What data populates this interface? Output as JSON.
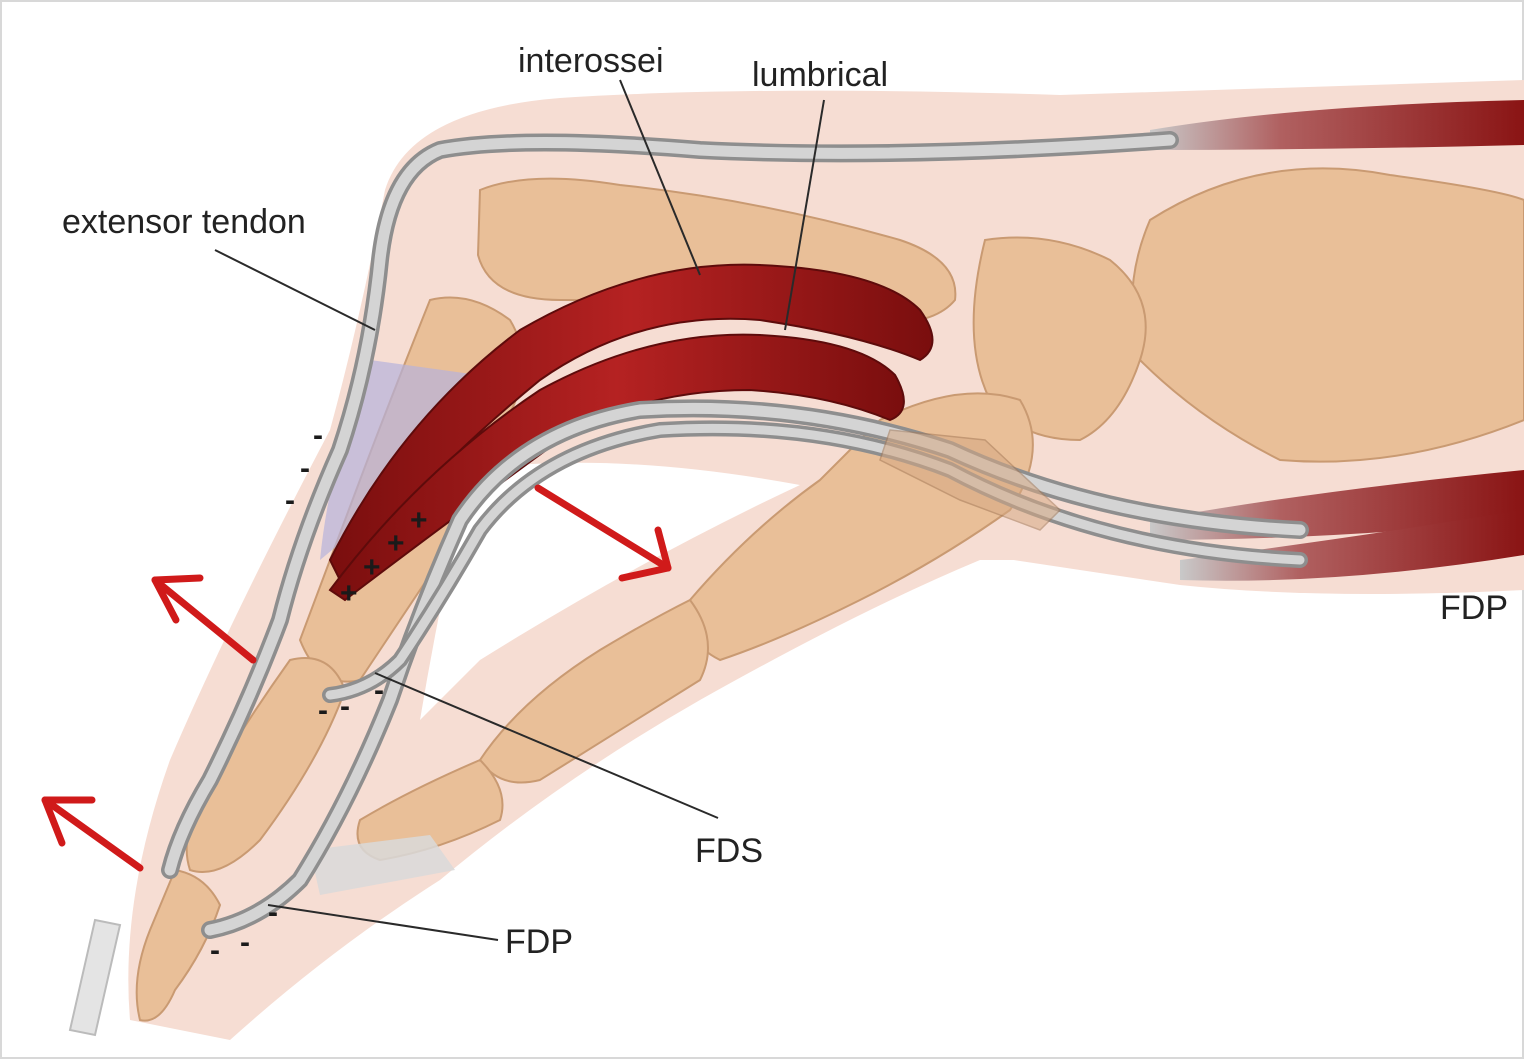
{
  "labels": {
    "interossei": "interossei",
    "lumbrical": "lumbrical",
    "extensor_tendon": "extensor tendon",
    "fds": "FDS",
    "fdp_tip": "FDP",
    "fdp_right": "FDP"
  },
  "signs": {
    "minus": "-",
    "plus": "+"
  },
  "colors": {
    "skin": "#f6ddd3",
    "bone": "#e9bf98",
    "bone_edge": "#c99a72",
    "muscle": "#9a1818",
    "tendon": "#c9c9c9",
    "tendon_edge": "#8e8e8e",
    "arrow": "#d01a1a",
    "ligament": "#b7b2dc"
  },
  "icons": [
    "force-arrow-icon"
  ]
}
